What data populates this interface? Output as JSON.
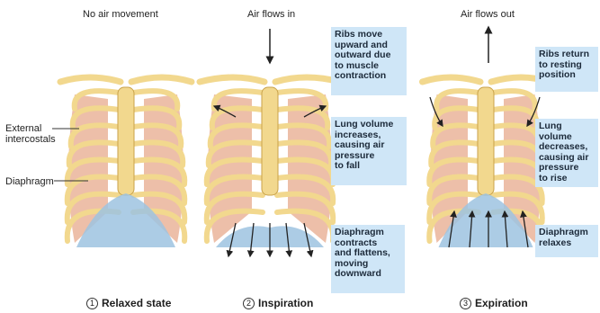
{
  "panels": [
    {
      "top_label": "No air movement",
      "number": "1",
      "caption": "Relaxed state",
      "side_labels": [
        "External\nintercostals",
        "Diaphragm"
      ]
    },
    {
      "top_label": "Air flows in",
      "number": "2",
      "caption": "Inspiration",
      "notes": [
        "Ribs move\nupward and\noutward due\nto muscle\ncontraction",
        "Lung volume\nincreases,\ncausing air\npressure\nto fall",
        "Diaphragm\ncontracts\nand flattens,\nmoving\ndownward"
      ]
    },
    {
      "top_label": "Air flows out",
      "number": "3",
      "caption": "Expiration",
      "notes": [
        "Ribs return\nto resting\nposition",
        "Lung volume\ndecreases,\ncausing air\npressure\nto rise",
        "Diaphragm\nrelaxes"
      ]
    }
  ],
  "colors": {
    "bone": "#f2d88e",
    "bone_edge": "#c9a24a",
    "muscle": "#e7a98c",
    "diaphragm": "#9ec3e0",
    "note_bg": "#cfe6f7"
  }
}
